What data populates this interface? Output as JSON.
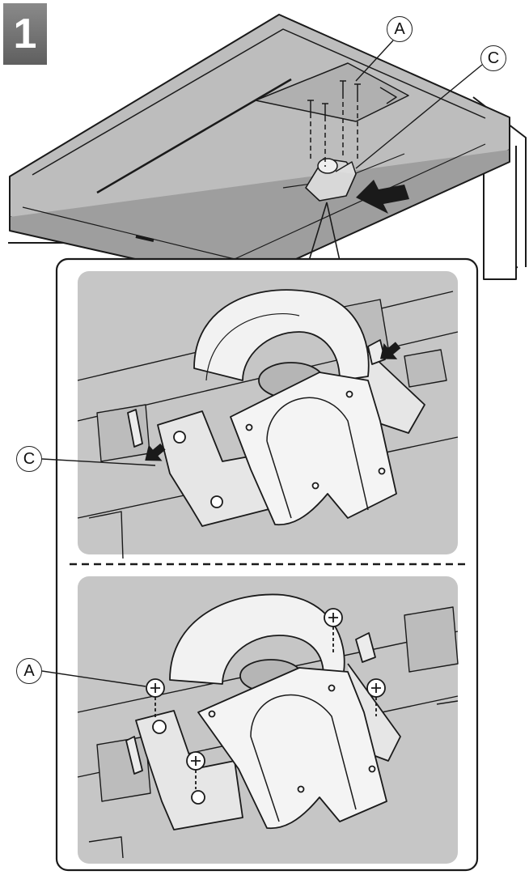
{
  "step": {
    "number": "1"
  },
  "callouts": {
    "screw": "A",
    "hook": "C"
  },
  "colors": {
    "badge": "#6f6f6f",
    "panel_fill": "#c8c8c8",
    "line": "#1a1a1a",
    "background": "#ffffff"
  }
}
